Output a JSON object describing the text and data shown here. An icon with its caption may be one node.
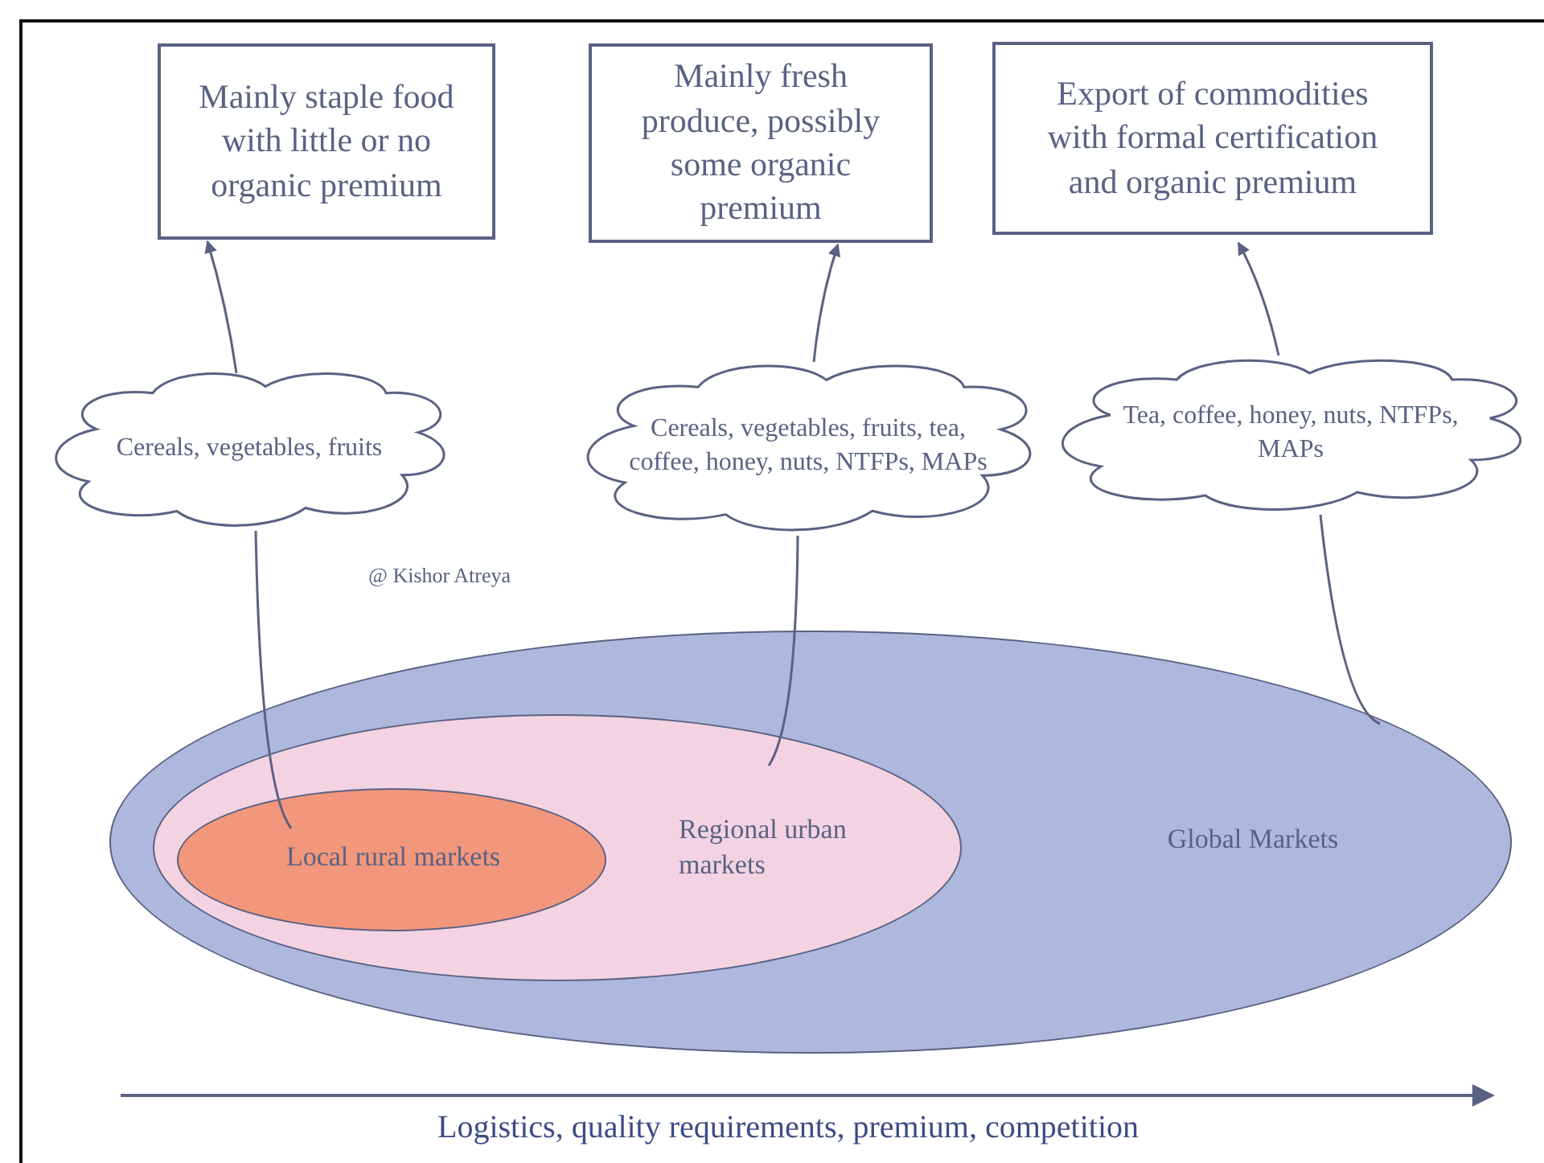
{
  "diagram": {
    "nodes": [
      {
        "text": [
          "Mainly staple food with little or no organic premium"
        ]
      },
      {
        "text": [
          "Mainly fresh produce, possibly some organic premium"
        ]
      },
      {
        "text": [
          "Export of commodities with formal certification and organic premium"
        ]
      },
      {
        "text": [
          "Cereals, vegetables, fruits"
        ]
      },
      {
        "text": [
          "Cereals, vegetables, fruits, tea, coffee, honey, nuts, NTFPs, MAPs"
        ]
      },
      {
        "text": [
          "Tea, coffee, honey, nuts, NTFPs, MAPs"
        ]
      },
      {
        "text": [
          "Global Markets"
        ]
      },
      {
        "text": [
          "Regional urban markets"
        ],
        "in": 6
      },
      {
        "text": [
          "Local rural markets"
        ],
        "in": 7
      }
    ],
    "edges": [
      {
        "from": 3,
        "to": 0,
        "arrow": "to"
      },
      {
        "from": 4,
        "to": 1,
        "arrow": "to"
      },
      {
        "from": 5,
        "to": 2,
        "arrow": "to"
      },
      {
        "from": 8,
        "to": 3,
        "arrow": "none"
      },
      {
        "from": 7,
        "to": 4,
        "arrow": "none"
      },
      {
        "from": 6,
        "to": 5,
        "arrow": "none"
      }
    ],
    "labels": [
      "@ Kishor Atreya",
      "Logistics, quality requirements, premium, competition"
    ]
  }
}
